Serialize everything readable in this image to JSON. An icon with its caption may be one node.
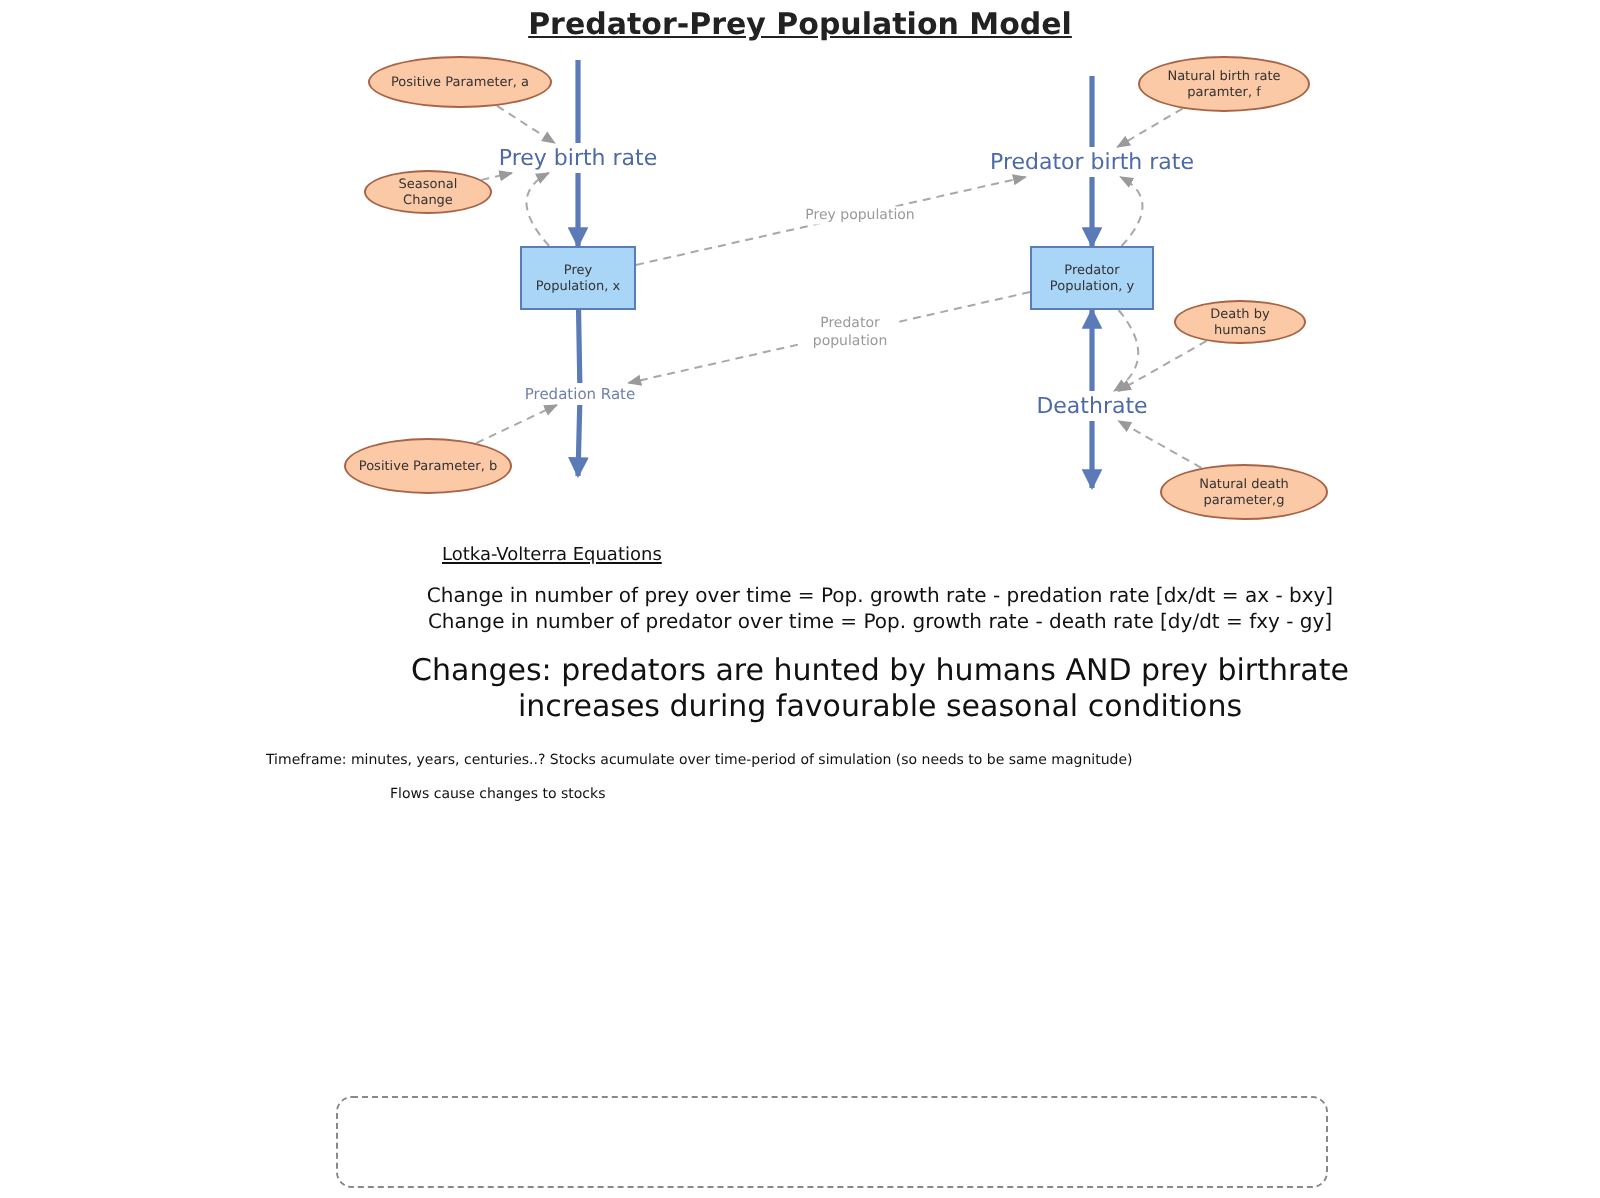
{
  "diagram": {
    "title": "Predator-Prey Population Model",
    "nodes": [
      {
        "text": [
          "Positive Parameter, a"
        ]
      },
      {
        "text": [
          "Seasonal Change"
        ]
      },
      {
        "text": [
          "Prey birth rate"
        ]
      },
      {
        "text": [
          "Prey Population, x"
        ]
      },
      {
        "text": [
          "Predation Rate"
        ]
      },
      {
        "text": [
          "Positive Parameter, b"
        ]
      },
      {
        "text": [
          "Natural birth rate paramter, f"
        ]
      },
      {
        "text": [
          "Predator birth rate"
        ]
      },
      {
        "text": [
          "Predator Population, y"
        ]
      },
      {
        "text": [
          "Death by humans"
        ]
      },
      {
        "text": [
          "Deathrate"
        ]
      },
      {
        "text": [
          "Natural death parameter,g"
        ]
      }
    ],
    "edges": [
      {
        "from": null,
        "to": 2,
        "arrow": "none",
        "style": "thick"
      },
      {
        "from": 2,
        "to": 3,
        "arrow": "to",
        "style": "thick"
      },
      {
        "from": 3,
        "to": 4,
        "arrow": "none",
        "style": "thick"
      },
      {
        "from": 4,
        "to": null,
        "arrow": "to",
        "style": "thick"
      },
      {
        "from": 0,
        "to": 2,
        "arrow": "to",
        "style": "dashed"
      },
      {
        "from": 1,
        "to": 2,
        "arrow": "to",
        "style": "dashed"
      },
      {
        "from": 3,
        "to": 2,
        "arrow": "to",
        "style": "dashed"
      },
      {
        "from": 3,
        "to": 7,
        "arrow": "to",
        "style": "dashed",
        "label": "Prey population"
      },
      {
        "from": 8,
        "to": 4,
        "arrow": "to",
        "style": "dashed",
        "label": "Predator population"
      },
      {
        "from": 5,
        "to": 4,
        "arrow": "to",
        "style": "dashed"
      },
      {
        "from": null,
        "to": 7,
        "arrow": "none",
        "style": "thick"
      },
      {
        "from": 7,
        "to": 8,
        "arrow": "to",
        "style": "thick"
      },
      {
        "from": 10,
        "to": 8,
        "arrow": "to",
        "style": "thick"
      },
      {
        "from": 10,
        "to": null,
        "arrow": "to",
        "style": "thick"
      },
      {
        "from": 6,
        "to": 7,
        "arrow": "to",
        "style": "dashed"
      },
      {
        "from": 8,
        "to": 7,
        "arrow": "to",
        "style": "dashed"
      },
      {
        "from": 9,
        "to": 10,
        "arrow": "to",
        "style": "dashed"
      },
      {
        "from": 11,
        "to": 10,
        "arrow": "to",
        "style": "dashed"
      },
      {
        "from": 8,
        "to": 10,
        "arrow": "to",
        "style": "dashed"
      }
    ],
    "labels": [
      "Lotka-Volterra Equations",
      "Change in number of prey over time = Pop. growth rate - predation rate [dx/dt = ax - bxy]",
      "Change in number of predator over time = Pop. growth rate - death rate [dy/dt = fxy - gy]",
      "Changes: predators are hunted by humans AND prey birthrate increases during favourable seasonal conditions",
      "Timeframe: minutes, years, centuries..? Stocks acumulate over time-period of simulation (so needs to be same magnitude)",
      "Flows cause changes to stocks"
    ]
  }
}
